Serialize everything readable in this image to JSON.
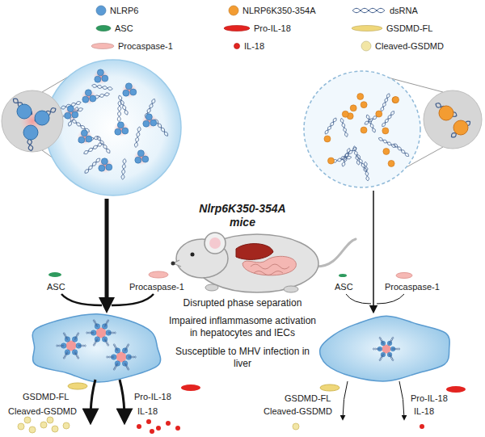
{
  "diagram": {
    "labels": [
      "Nlrp6K350-354A mice",
      "ASC",
      "Procaspase-1",
      "ASC",
      "Procaspase-1",
      "Disrupted phase separation",
      "Impaired inflammasome activation in hepatocytes and IECs",
      "Susceptible to MHV infection in liver",
      "GSDMD-FL",
      "Cleaved-GSDMD",
      "Pro-IL-18",
      "IL-18",
      "GSDMD-FL",
      "Cleaved-GSDMD",
      "Pro-IL-18",
      "IL-18"
    ],
    "legend": [
      {
        "text": "NLRP6",
        "color": "#5b9bd5"
      },
      {
        "text": "NLRP6K350-354A",
        "color": "#f39c32"
      },
      {
        "text": "dsRNA"
      },
      {
        "text": "ASC",
        "color": "#2e9a5e"
      },
      {
        "text": "Pro-IL-18",
        "color": "#e32420"
      },
      {
        "text": "GSDMD-FL",
        "color": "#efd77a"
      },
      {
        "text": "Procaspase-1",
        "color": "#f6b9b5"
      },
      {
        "text": "IL-18",
        "color": "#e32420"
      },
      {
        "text": "Cleaved-GSDMD",
        "color": "#f2e6a6"
      }
    ]
  }
}
